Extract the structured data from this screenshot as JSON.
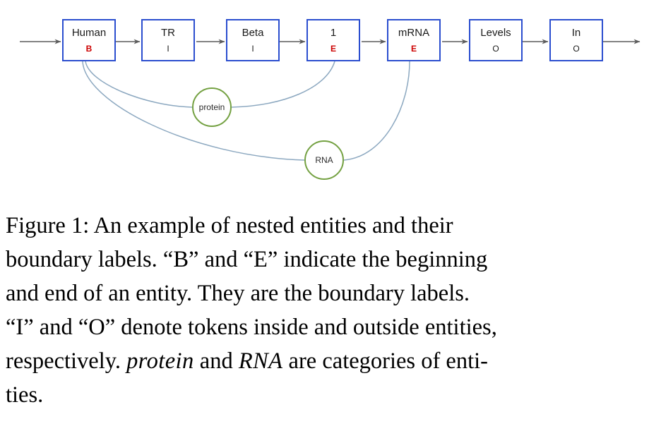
{
  "figure": {
    "type": "sequence-labeling-diagram",
    "colors": {
      "box_border": "#2b4ecf",
      "boundary_tag": "#cc0000",
      "plain_tag": "#1a1a1a",
      "category_node_border": "#74a142",
      "arc_stroke": "#8ca8c0",
      "arrow_stroke": "#5a5a5a"
    },
    "tokens": [
      {
        "word": "Human",
        "tag": "B",
        "tag_kind": "boundary"
      },
      {
        "word": "TR",
        "tag": "I",
        "tag_kind": "plain"
      },
      {
        "word": "Beta",
        "tag": "I",
        "tag_kind": "plain"
      },
      {
        "word": "1",
        "tag": "E",
        "tag_kind": "boundary"
      },
      {
        "word": "mRNA",
        "tag": "E",
        "tag_kind": "boundary"
      },
      {
        "word": "Levels",
        "tag": "O",
        "tag_kind": "plain"
      },
      {
        "word": "In",
        "tag": "O",
        "tag_kind": "plain"
      }
    ],
    "category_nodes": [
      {
        "label": "protein",
        "from_token": "Human",
        "to_token": "1"
      },
      {
        "label": "RNA",
        "from_token": "Human",
        "to_token": "mRNA"
      }
    ]
  },
  "caption": {
    "line1": "Figure 1:   An example of nested entities and their",
    "line2": "boundary labels.  “B” and “E” indicate the beginning",
    "line3": "and end of an entity.   They are the boundary labels.",
    "line4_a": "“I” and “O” denote tokens inside and outside entities,",
    "line5_a": "respectively. ",
    "line5_math1": "protein",
    "line5_b": " and ",
    "line5_math2": "RNA",
    "line5_c": " are categories of enti-",
    "line6": "ties."
  }
}
